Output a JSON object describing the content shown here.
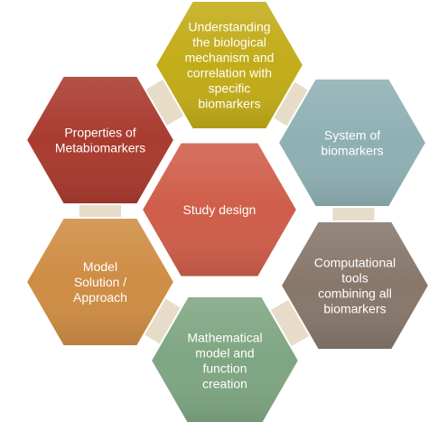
{
  "diagram": {
    "center": {
      "label_lines": [
        "Study design"
      ],
      "color": "#cf5e4a"
    },
    "nodes": [
      {
        "id": "understanding",
        "label_lines": [
          "Understanding",
          "the biological",
          "mechanism and",
          "correlation with",
          "specific",
          "biomarkers"
        ],
        "color": "#c2ac18"
      },
      {
        "id": "system",
        "label_lines": [
          "System of",
          "biomarkers"
        ],
        "color": "#8fb0b3"
      },
      {
        "id": "computational",
        "label_lines": [
          "Computational",
          "tools",
          "combining all",
          "biomarkers"
        ],
        "color": "#87776b"
      },
      {
        "id": "mathematical",
        "label_lines": [
          "Mathematical",
          "model and",
          "function",
          "creation"
        ],
        "color": "#7ea682"
      },
      {
        "id": "model-solution",
        "label_lines": [
          "Model",
          "Solution /",
          "Approach"
        ],
        "color": "#ce8d44"
      },
      {
        "id": "properties",
        "label_lines": [
          "Properties of",
          "Metabiomarkers"
        ],
        "color": "#a93b2f"
      }
    ],
    "connector_color": "#e6dcc8"
  }
}
